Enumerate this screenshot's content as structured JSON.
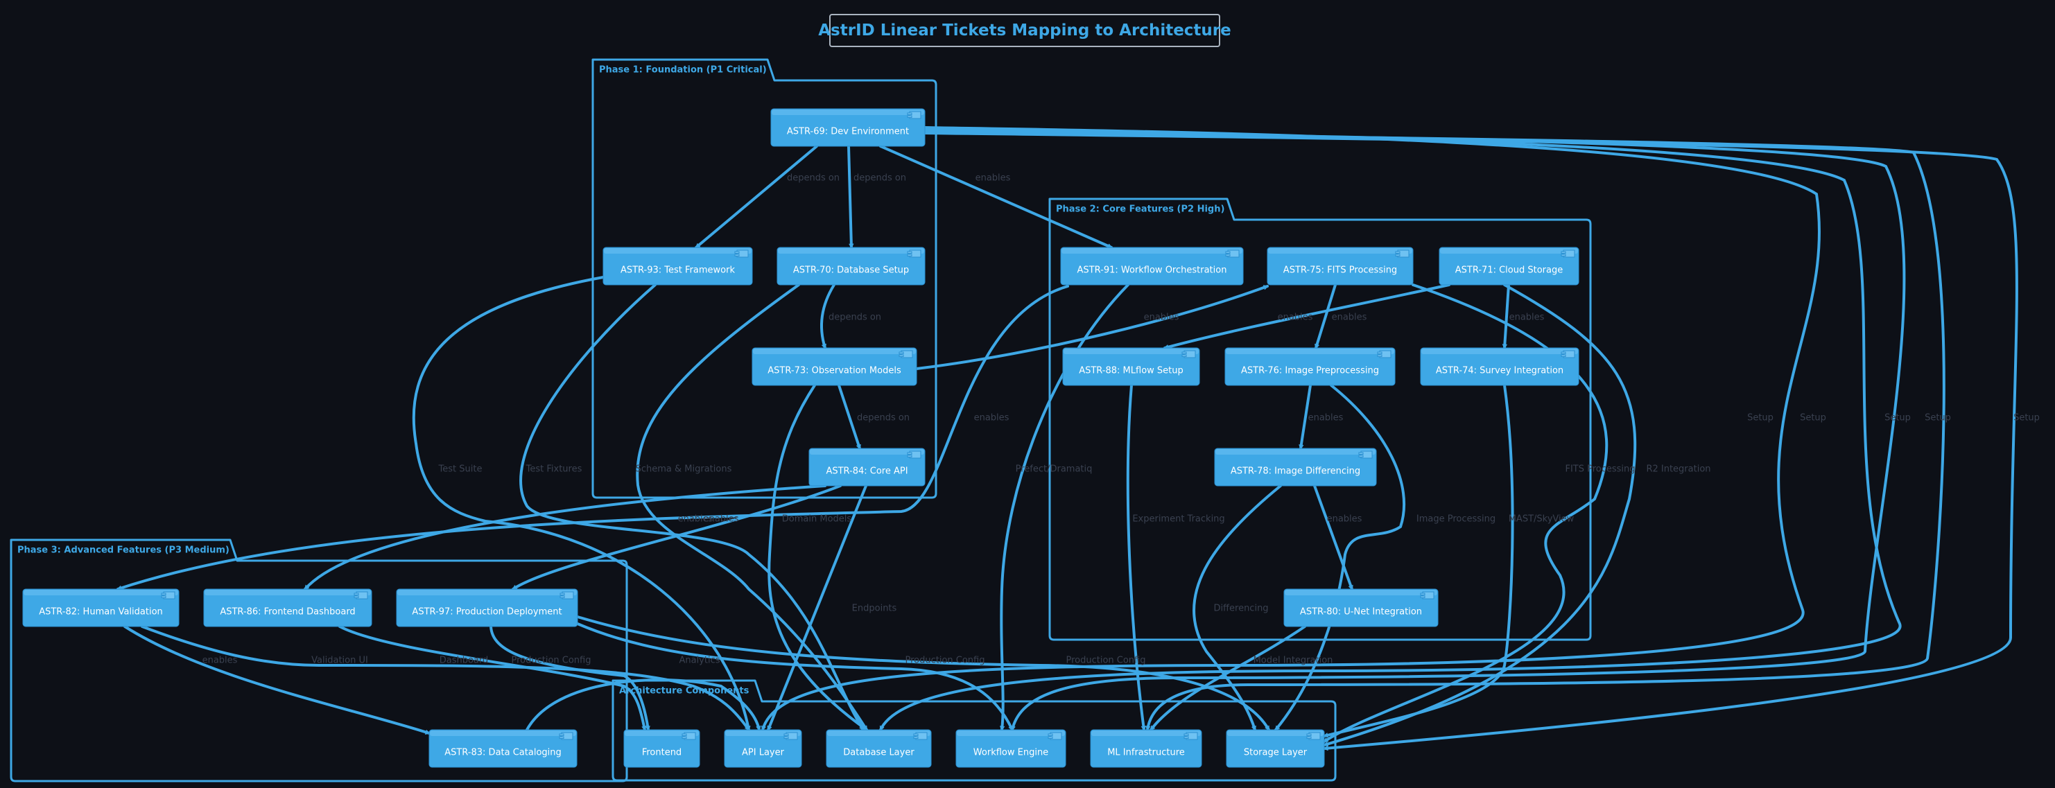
{
  "title": "AstrID Linear Tickets Mapping to Architecture",
  "colors": {
    "background": "#0d1017",
    "accent": "#3ea8e6",
    "label": "#3a4150",
    "node_text": "#ffffff"
  },
  "packages": [
    {
      "id": "p1",
      "label": "Phase 1: Foundation (P1 Critical)"
    },
    {
      "id": "p2",
      "label": "Phase 2: Core Features (P2 High)"
    },
    {
      "id": "p3",
      "label": "Phase 3: Advanced Features (P3 Medium)"
    },
    {
      "id": "arch",
      "label": "Architecture Components"
    }
  ],
  "nodes": [
    {
      "id": "a69",
      "label": "ASTR-69: Dev Environment"
    },
    {
      "id": "a93",
      "label": "ASTR-93: Test Framework"
    },
    {
      "id": "a70",
      "label": "ASTR-70: Database Setup"
    },
    {
      "id": "a73",
      "label": "ASTR-73: Observation Models"
    },
    {
      "id": "a84",
      "label": "ASTR-84: Core API"
    },
    {
      "id": "a91",
      "label": "ASTR-91: Workflow Orchestration"
    },
    {
      "id": "a75",
      "label": "ASTR-75: FITS Processing"
    },
    {
      "id": "a71",
      "label": "ASTR-71: Cloud Storage"
    },
    {
      "id": "a88",
      "label": "ASTR-88: MLflow Setup"
    },
    {
      "id": "a76",
      "label": "ASTR-76: Image Preprocessing"
    },
    {
      "id": "a74",
      "label": "ASTR-74: Survey Integration"
    },
    {
      "id": "a78",
      "label": "ASTR-78: Image Differencing"
    },
    {
      "id": "a80",
      "label": "ASTR-80: U-Net Integration"
    },
    {
      "id": "a82",
      "label": "ASTR-82: Human Validation"
    },
    {
      "id": "a86",
      "label": "ASTR-86: Frontend Dashboard"
    },
    {
      "id": "a97",
      "label": "ASTR-97: Production Deployment"
    },
    {
      "id": "a83",
      "label": "ASTR-83: Data Cataloging"
    },
    {
      "id": "fe",
      "label": "Frontend"
    },
    {
      "id": "api",
      "label": "API Layer"
    },
    {
      "id": "db",
      "label": "Database Layer"
    },
    {
      "id": "wf",
      "label": "Workflow Engine"
    },
    {
      "id": "ml",
      "label": "ML Infrastructure"
    },
    {
      "id": "st",
      "label": "Storage Layer"
    }
  ],
  "edges": [
    {
      "from": "a69",
      "to": "a93",
      "label": "depends on"
    },
    {
      "from": "a69",
      "to": "a70",
      "label": "depends on"
    },
    {
      "from": "a69",
      "to": "a91",
      "label": "enables"
    },
    {
      "from": "a70",
      "to": "a73",
      "label": "depends on"
    },
    {
      "from": "a73",
      "to": "a84",
      "label": "depends on"
    },
    {
      "from": "a73",
      "to": "a75",
      "label": "enables"
    },
    {
      "from": "a71",
      "to": "a88",
      "label": "enables"
    },
    {
      "from": "a75",
      "to": "a76",
      "label": "enables"
    },
    {
      "from": "a71",
      "to": "a74",
      "label": "enables"
    },
    {
      "from": "a76",
      "to": "a78",
      "label": "enables"
    },
    {
      "from": "a78",
      "to": "a80",
      "label": "enables"
    },
    {
      "from": "a91",
      "to": "a82",
      "label": "enables"
    },
    {
      "from": "a84",
      "to": "a86",
      "label": "enables"
    },
    {
      "from": "a84",
      "to": "a97",
      "label": "enables"
    },
    {
      "from": "a82",
      "to": "a83",
      "label": "enables"
    },
    {
      "from": "a69",
      "to": "api",
      "label": "Setup"
    },
    {
      "from": "a69",
      "to": "db",
      "label": "Setup"
    },
    {
      "from": "a69",
      "to": "wf",
      "label": "Setup"
    },
    {
      "from": "a69",
      "to": "ml",
      "label": "Setup"
    },
    {
      "from": "a69",
      "to": "st",
      "label": "Setup"
    },
    {
      "from": "a93",
      "to": "api",
      "label": "Test Suite"
    },
    {
      "from": "a93",
      "to": "db",
      "label": "Test Fixtures"
    },
    {
      "from": "a70",
      "to": "db",
      "label": "Schema & Migrations"
    },
    {
      "from": "a73",
      "to": "db",
      "label": "Domain Models"
    },
    {
      "from": "a84",
      "to": "api",
      "label": "Endpoints"
    },
    {
      "from": "a91",
      "to": "wf",
      "label": "Prefect/Dramatiq"
    },
    {
      "from": "a75",
      "to": "st",
      "label": "FITS Processing"
    },
    {
      "from": "a71",
      "to": "st",
      "label": "R2 Integration"
    },
    {
      "from": "a88",
      "to": "ml",
      "label": "Experiment Tracking"
    },
    {
      "from": "a76",
      "to": "st",
      "label": "Image Processing"
    },
    {
      "from": "a74",
      "to": "st",
      "label": "MAST/SkyView"
    },
    {
      "from": "a78",
      "to": "st",
      "label": "Differencing"
    },
    {
      "from": "a80",
      "to": "ml",
      "label": "Model Integration"
    },
    {
      "from": "a82",
      "to": "api",
      "label": "Validation UI"
    },
    {
      "from": "a86",
      "to": "fe",
      "label": "Dashboard"
    },
    {
      "from": "a97",
      "to": "fe",
      "label": "Production Config"
    },
    {
      "from": "a83",
      "to": "api",
      "label": "Analytics"
    },
    {
      "from": "a97",
      "to": "st",
      "label": "Production Config"
    },
    {
      "from": "a97",
      "to": "wf",
      "label": "Production Config"
    }
  ]
}
